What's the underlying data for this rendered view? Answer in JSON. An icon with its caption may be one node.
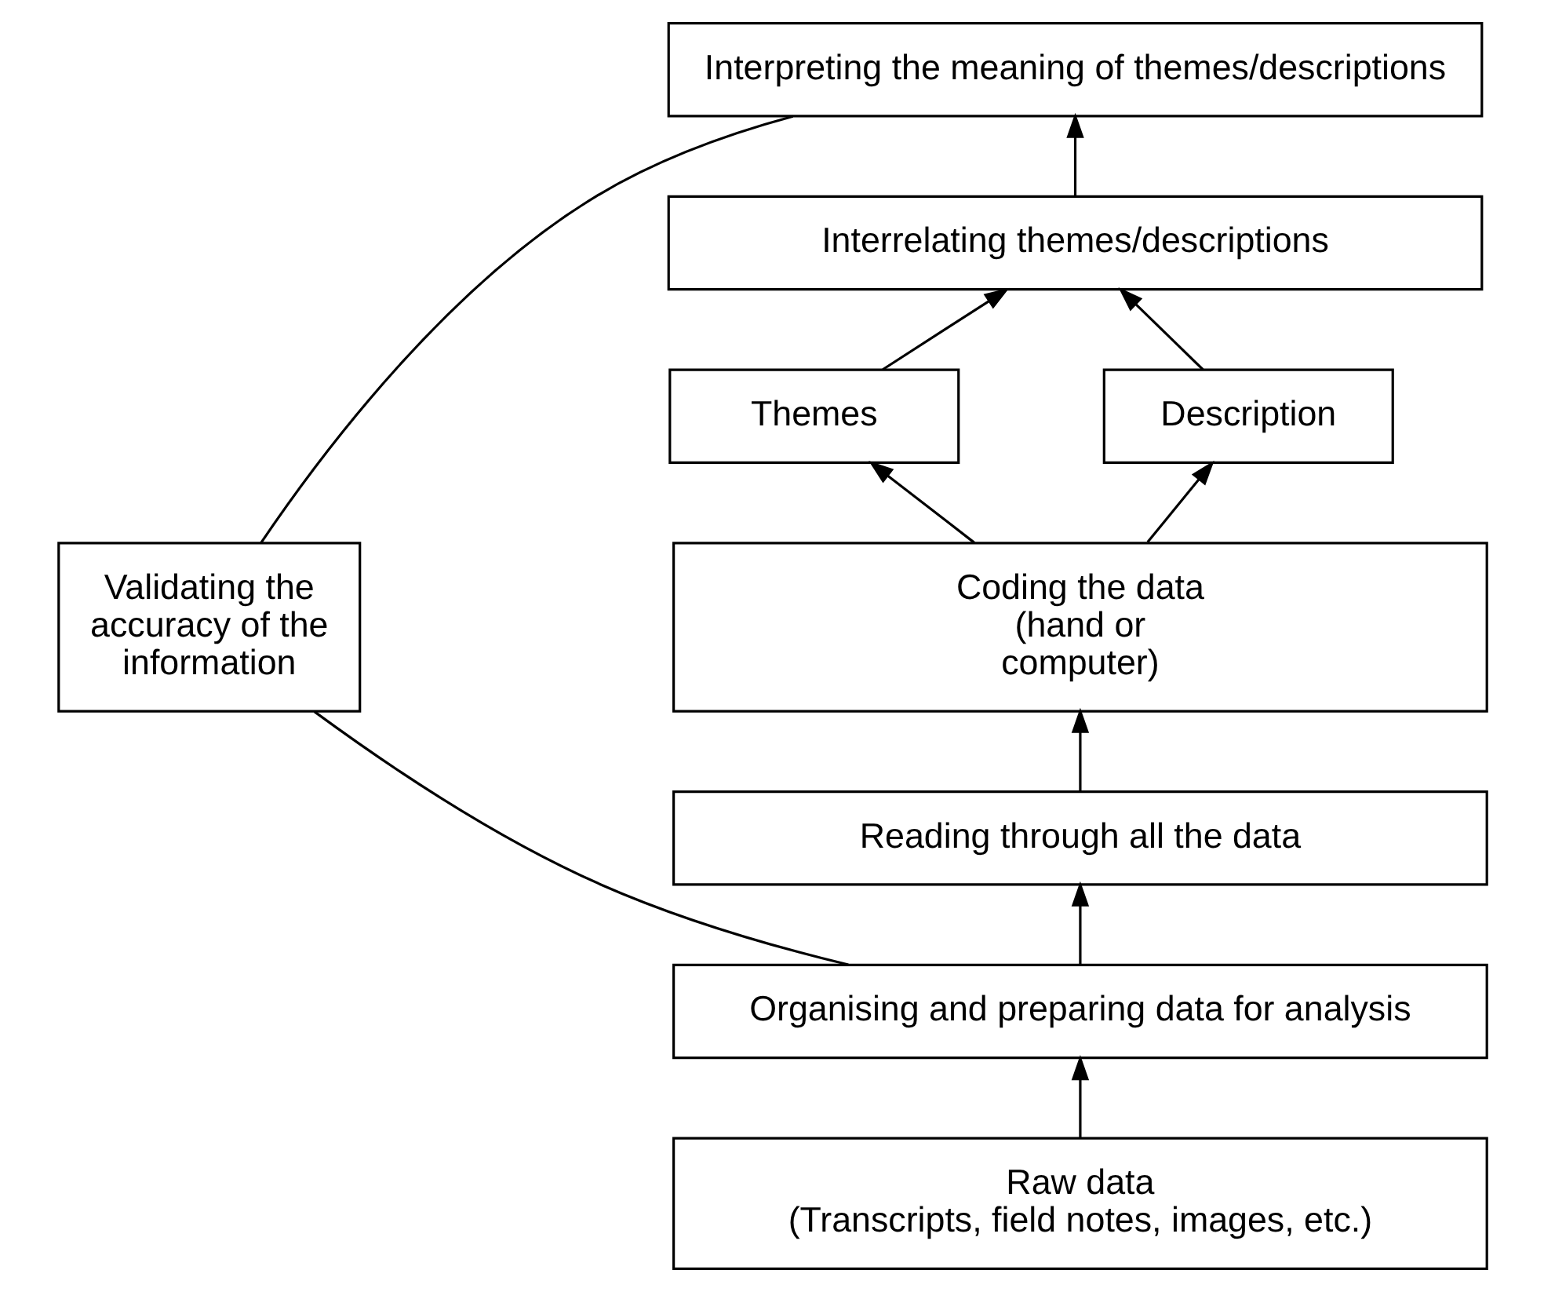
{
  "diagram": {
    "nodes": [
      {
        "text": [
          "Interpreting the meaning of themes/descriptions"
        ]
      },
      {
        "text": [
          "Interrelating themes/descriptions"
        ]
      },
      {
        "text": [
          "Themes"
        ]
      },
      {
        "text": [
          "Description"
        ]
      },
      {
        "text": [
          "Validating the accuracy of the information"
        ]
      },
      {
        "text": [
          "Coding the data (hand or computer)"
        ]
      },
      {
        "text": [
          "Reading through all the data"
        ]
      },
      {
        "text": [
          "Organising and preparing data for analysis"
        ]
      },
      {
        "text": [
          "Raw data (Transcripts, field notes, images, etc.)"
        ]
      }
    ],
    "edges": [
      {
        "from": 8,
        "to": 7,
        "arrow": "to"
      },
      {
        "from": 7,
        "to": 6,
        "arrow": "to"
      },
      {
        "from": 6,
        "to": 5,
        "arrow": "to"
      },
      {
        "from": 5,
        "to": 2,
        "arrow": "to"
      },
      {
        "from": 5,
        "to": 3,
        "arrow": "to"
      },
      {
        "from": 2,
        "to": 1,
        "arrow": "to"
      },
      {
        "from": 3,
        "to": 1,
        "arrow": "to"
      },
      {
        "from": 1,
        "to": 0,
        "arrow": "to"
      },
      {
        "from": 4,
        "to": 0,
        "arrow": "none"
      },
      {
        "from": 4,
        "to": 7,
        "arrow": "none"
      }
    ]
  }
}
